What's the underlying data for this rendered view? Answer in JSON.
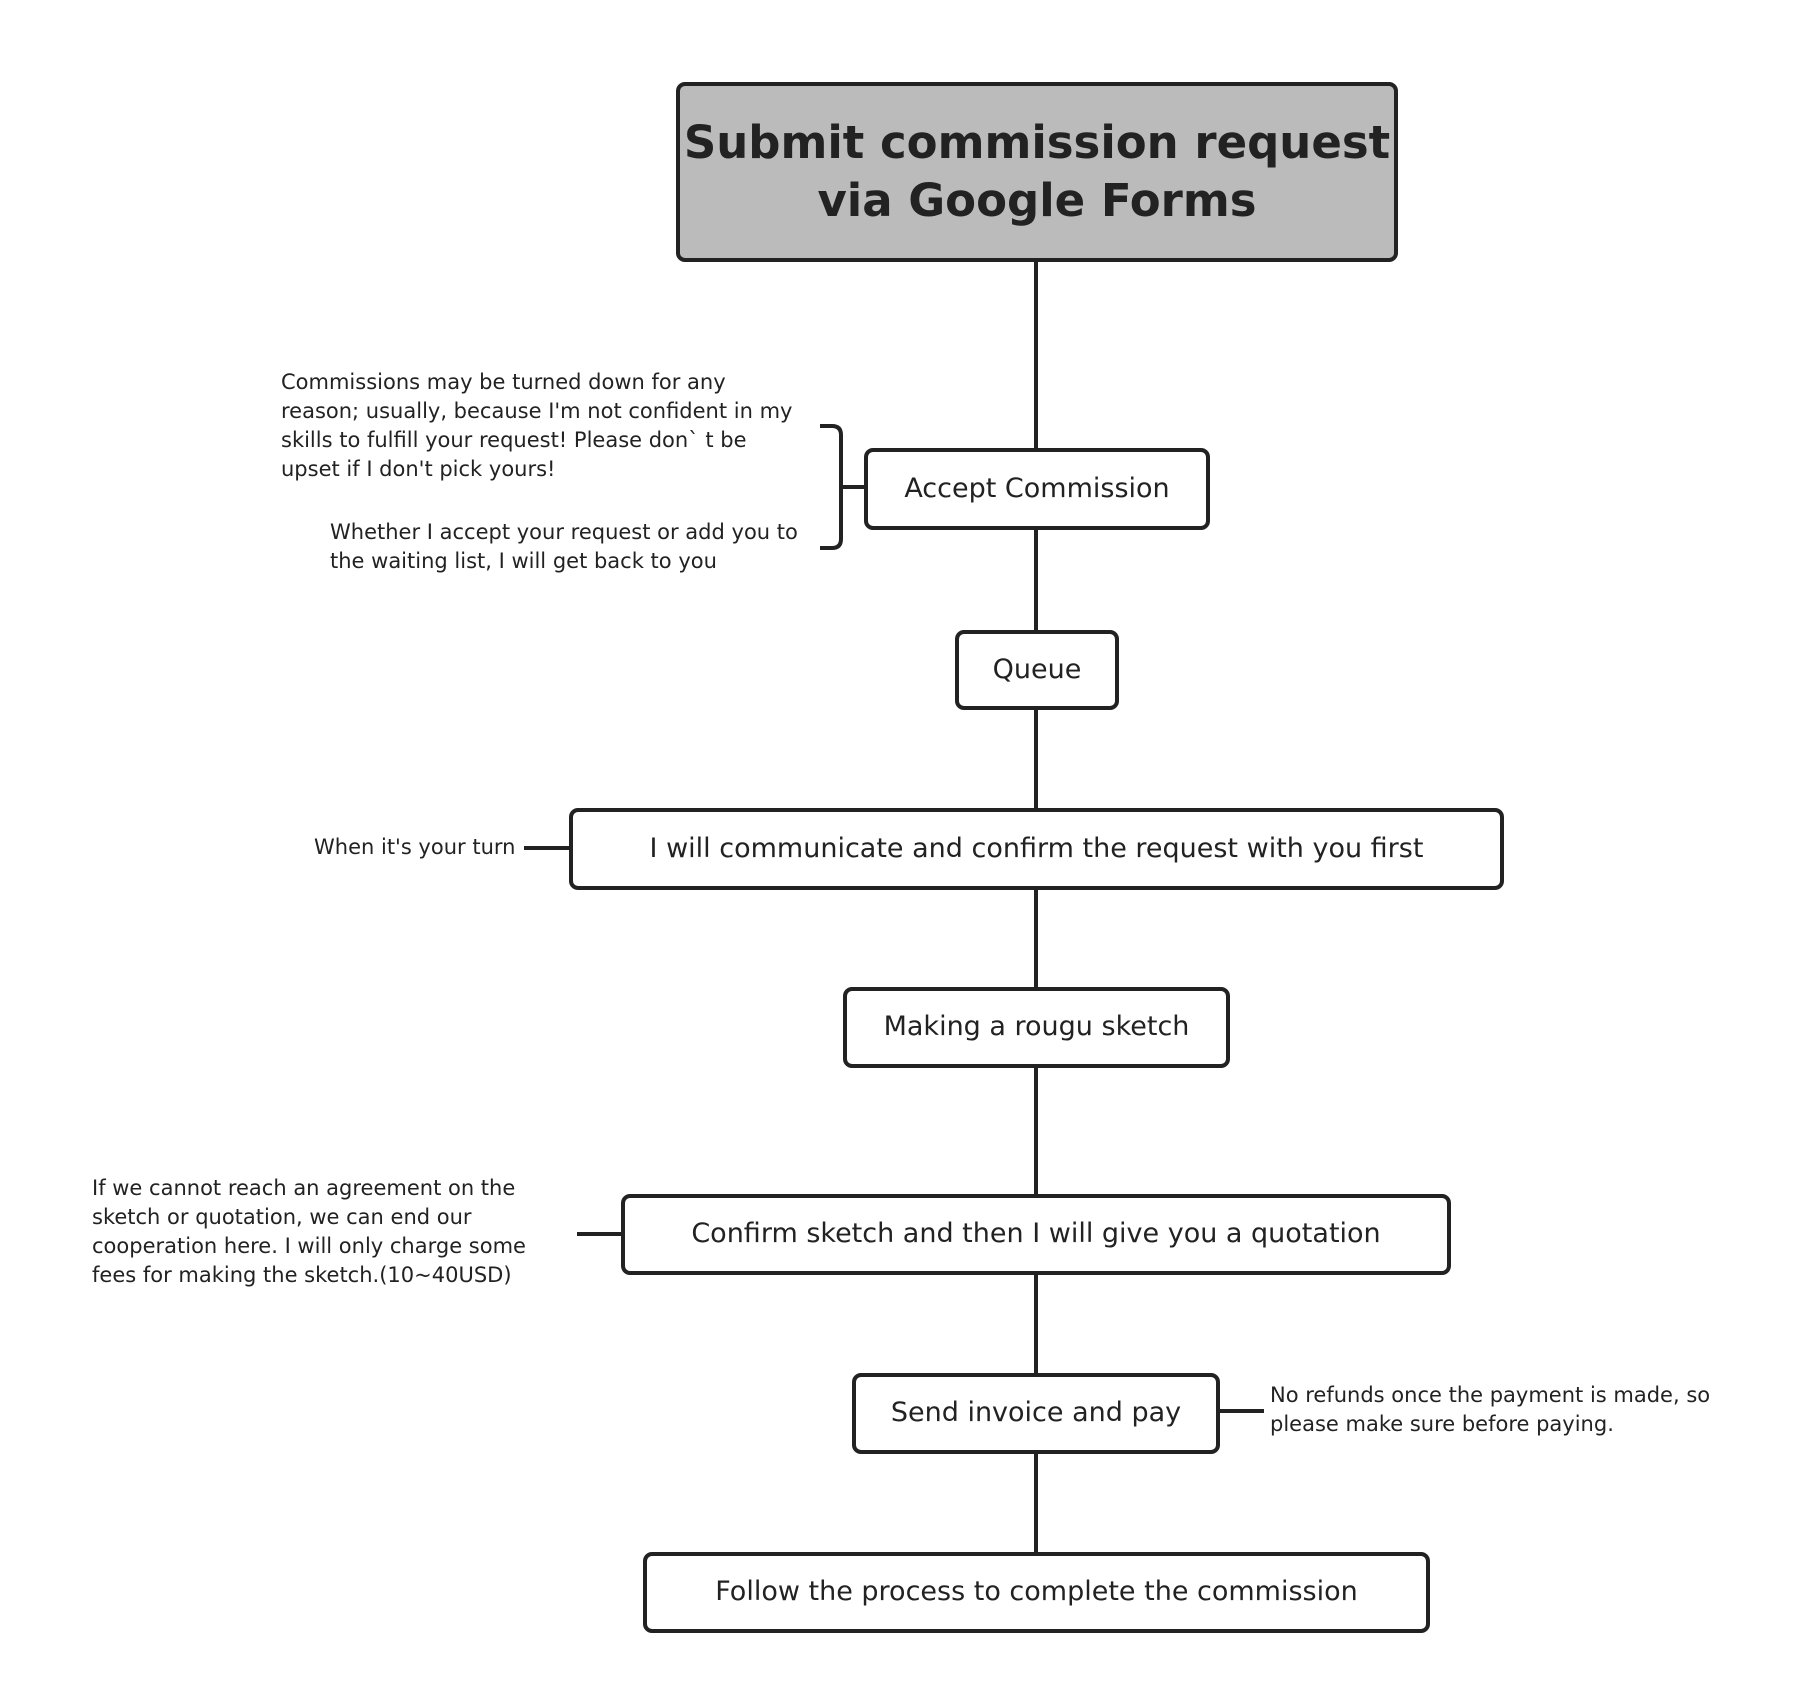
{
  "nodes": {
    "submit": "Submit commission request via Google Forms",
    "accept": "Accept Commission",
    "queue": "Queue",
    "communicate": "I will communicate and confirm the request with you first",
    "sketch": "Making a rougu sketch",
    "quotation": "Confirm sketch and then I will give you a quotation",
    "invoice": "Send invoice and pay",
    "complete": "Follow the process to complete the commission"
  },
  "notes": {
    "decline": [
      "Commissions may be turned down for any",
      "reason; usually, because I'm not confident in my",
      "skills to fulfill your request! Please don` t be",
      "upset if I don't pick yours!"
    ],
    "reply": [
      "Whether I accept your request or add you to",
      "the waiting list, I will get back to you"
    ],
    "turn": "When it's your turn",
    "agreement": [
      "If we cannot reach an agreement on the",
      "sketch or quotation, we can end our",
      "cooperation here. I will only charge some",
      "fees for making the sketch.(10~40USD)"
    ],
    "refund": [
      "No refunds once the payment is made, so",
      "please make sure before paying."
    ]
  },
  "colors": {
    "stroke": "#222222",
    "start_fill": "#bbbbbb",
    "node_fill": "#ffffff"
  }
}
